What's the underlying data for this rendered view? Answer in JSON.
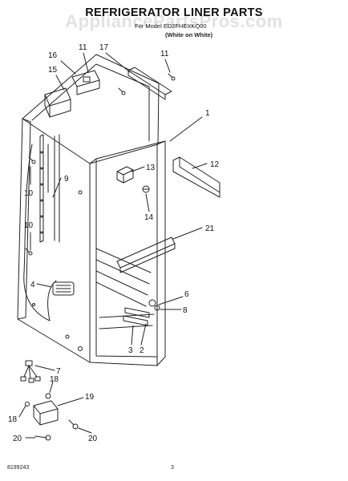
{
  "header": {
    "title": "REFRIGERATOR LINER PARTS",
    "model_line": "For Model ED2FHEXKQ00",
    "variant": "(White on White)"
  },
  "watermark": "AppliancePartsPros.com",
  "footer": {
    "doc_number": "8199243",
    "page_number": "3"
  },
  "callouts": [
    {
      "id": "c1",
      "label": "1"
    },
    {
      "id": "c2",
      "label": "2"
    },
    {
      "id": "c3",
      "label": "3"
    },
    {
      "id": "c4",
      "label": "4"
    },
    {
      "id": "c6",
      "label": "6"
    },
    {
      "id": "c7",
      "label": "7"
    },
    {
      "id": "c8",
      "label": "8"
    },
    {
      "id": "c9",
      "label": "9"
    },
    {
      "id": "c10a",
      "label": "10"
    },
    {
      "id": "c10b",
      "label": "10"
    },
    {
      "id": "c11a",
      "label": "11"
    },
    {
      "id": "c11b",
      "label": "11"
    },
    {
      "id": "c12",
      "label": "12"
    },
    {
      "id": "c13",
      "label": "13"
    },
    {
      "id": "c14",
      "label": "14"
    },
    {
      "id": "c15",
      "label": "15"
    },
    {
      "id": "c16",
      "label": "16"
    },
    {
      "id": "c17",
      "label": "17"
    },
    {
      "id": "c18a",
      "label": "18"
    },
    {
      "id": "c18b",
      "label": "18"
    },
    {
      "id": "c19",
      "label": "19"
    },
    {
      "id": "c20a",
      "label": "20"
    },
    {
      "id": "c20b",
      "label": "20"
    },
    {
      "id": "c21",
      "label": "21"
    }
  ]
}
